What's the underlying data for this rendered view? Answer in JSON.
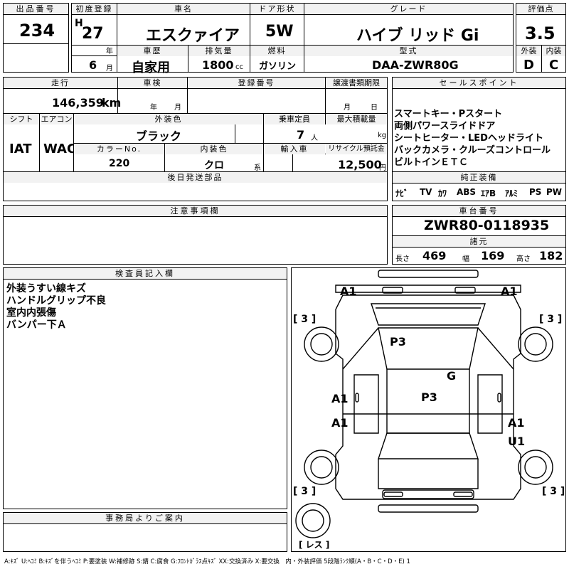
{
  "header": {
    "lot_no_label": "出品番号",
    "lot_no": "234",
    "first_reg_label": "初度登録",
    "era": "H",
    "year": "27",
    "year_unit": "年",
    "month": "6",
    "month_unit": "月",
    "car_name_label": "車名",
    "car_name": "エスクァイア",
    "door_label": "ドア形状",
    "door": "5W",
    "grade_label": "グレード",
    "grade": "ハイブ リッド Gi",
    "score_label": "評価点",
    "score": "3.5",
    "exterior_label": "外装",
    "exterior": "D",
    "interior_label": "内装",
    "interior": "C",
    "history_label": "車歴",
    "history": "自家用",
    "displacement_label": "排気量",
    "displacement": "1800",
    "cc": "cc",
    "fuel_label": "燃料",
    "fuel": "ガソリン",
    "model_label": "型式",
    "model": "DAA-ZWR80G"
  },
  "info": {
    "mileage_label": "走行",
    "mileage": "146,359",
    "km": "km",
    "inspection_label": "車検",
    "year_unit": "年",
    "month_unit": "月",
    "reg_no_label": "登録番号",
    "transfer_label": "譲渡書類期限",
    "transfer_month": "月",
    "transfer_day": "日",
    "shift_label": "シフト",
    "shift": "IAT",
    "ac_label": "エアコン",
    "ac": "WAC",
    "ext_color_label": "外装色",
    "ext_color": "ブラック",
    "capacity_label": "乗車定員",
    "capacity": "7",
    "person": "人",
    "max_load_label": "最大積載量",
    "kg": "kg",
    "color_no_label": "カラーNo.",
    "color_no": "220",
    "int_color_label": "内装色",
    "int_color": "クロ",
    "series": "系",
    "import_label": "輸入車",
    "recycle_label": "リサイクル預託金",
    "recycle": "12,500",
    "yen": "円",
    "later_parts_label": "後日発送部品"
  },
  "sales": {
    "label": "セールスポイント",
    "lines": [
      "スマートキー・Pスタート",
      "両側パワースライドドア",
      "シートヒーター・LEDヘッドライト",
      "バックカメラ・クルーズコントロール",
      "ビルトインＥＴＣ"
    ]
  },
  "equipment": {
    "label": "純正装備",
    "items": [
      "ﾅﾋﾞ",
      "TV",
      "ｶﾜ",
      "ABS",
      "ｴｱB",
      "ｱﾙﾐ",
      "PS",
      "PW"
    ]
  },
  "notes": {
    "label": "注意事項欄"
  },
  "chassis": {
    "label": "車台番号",
    "number": "ZWR80-0118935",
    "spec_label": "諸元",
    "length_label": "長さ",
    "length": "469",
    "width_label": "幅",
    "width": "169",
    "height_label": "高さ",
    "height": "182"
  },
  "inspector": {
    "label": "検査員記入欄",
    "lines": [
      "外装うすい線キズ",
      "ハンドルグリップ不良",
      "室内内張傷",
      "バンパー下Ａ"
    ]
  },
  "office": {
    "label": "事務局よりご案内"
  },
  "diagram": {
    "marks": {
      "a1_tl": "A1",
      "a1_tr": "A1",
      "p3_top": "P3",
      "g": "G",
      "p3_mid": "P3",
      "a1_l1": "A1",
      "a1_l2": "A1",
      "a1_r": "A1",
      "u1": "U1"
    },
    "tires": {
      "tl": "[ 3 ]",
      "tr": "[ 3 ]",
      "bl": "[ 3 ]",
      "br": "[ 3 ]",
      "spare": "[ レス ]"
    }
  },
  "legend": "A:ｷｽﾞ U:ﾍｺﾐ B:ｷｽﾞを伴うﾍｺﾐ P:要塗装 W:補修跡 S:錆 C:腐食 G:ﾌﾛﾝﾄｶﾞﾗｽ点ｷｽﾞ XX:交換済み X:要交換　内・外装評価 5段階ﾗﾝｸ順(A・B・C・D・E) 1"
}
